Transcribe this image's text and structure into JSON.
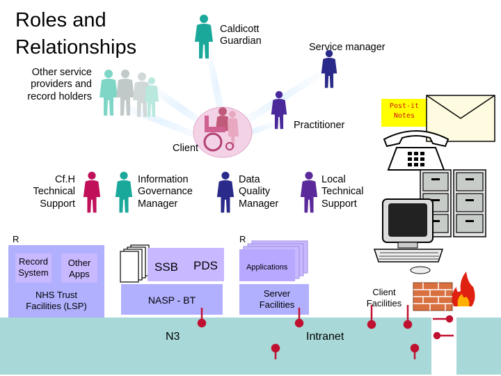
{
  "title_line1": "Roles and",
  "title_line2": "Relationships",
  "roles": {
    "caldicott_line1": "Caldicott",
    "caldicott_line2": "Guardian",
    "service_manager": "Service manager",
    "other_line1": "Other service",
    "other_line2": "providers and",
    "other_line3": "record holders",
    "practitioner": "Practitioner",
    "client": "Client",
    "cfh_line1": "Cf.H",
    "cfh_line2": "Technical",
    "cfh_line3": "Support",
    "ig_line1": "Information",
    "ig_line2": "Governance",
    "ig_line3": "Manager",
    "dq_line1": "Data",
    "dq_line2": "Quality",
    "dq_line3": "Manager",
    "lts_line1": "Local",
    "lts_line2": "Technical",
    "lts_line3": "Support"
  },
  "note": {
    "line1": "Post-it",
    "line2": "Notes"
  },
  "systems": {
    "r_left": "R",
    "r_right": "R",
    "record_line1": "Record",
    "record_line2": "System",
    "other_apps_line1": "Other",
    "other_apps_line2": "Apps",
    "nhs_line1": "NHS Trust",
    "nhs_line2": "Facilities (LSP)",
    "ssb": "SSB",
    "pds": "PDS",
    "nasp": "NASP - BT",
    "applications": "Applications",
    "server_line1": "Server",
    "server_line2": "Facilities",
    "client_fac_line1": "Client",
    "client_fac_line2": "Facilities",
    "n3": "N3",
    "intranet": "Intranet"
  },
  "colors": {
    "teal": "#1aa89a",
    "navy": "#2a2a8a",
    "purple": "#5a2a9a",
    "magenta": "#c0105a",
    "box_lavender": "#b0b0ff",
    "box_violet": "#c8b8ff",
    "network": "#a8d8d8",
    "connector": "#c01030",
    "note_yellow": "#ffff00",
    "note_text": "#d01010"
  },
  "icons": [
    "person-icon",
    "telephone-icon",
    "envelope-icon",
    "filing-cabinet-icon",
    "computer-icon",
    "firewall-icon",
    "document-stack-icon",
    "wheelchair-group-icon"
  ]
}
